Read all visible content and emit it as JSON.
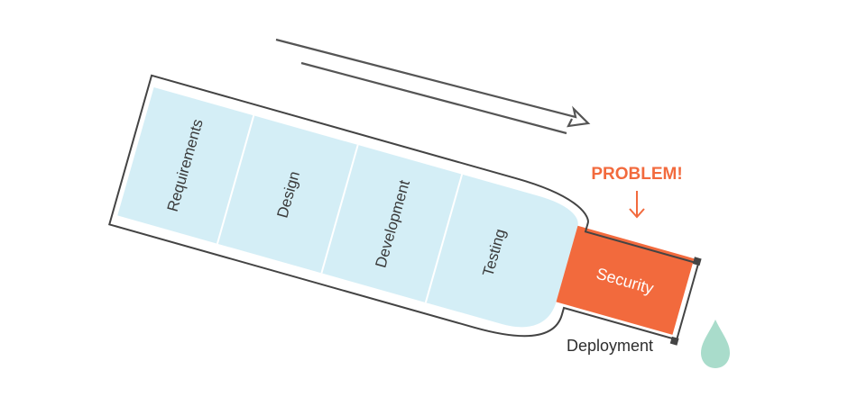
{
  "stages": [
    {
      "label": "Requirements"
    },
    {
      "label": "Design"
    },
    {
      "label": "Development"
    },
    {
      "label": "Testing"
    }
  ],
  "bottleneck_label": "Security",
  "problem_label": "PROBLEM!",
  "deployment_label": "Deployment",
  "colors": {
    "liquid": "#d4eef6",
    "outline": "#444444",
    "security": "#f26a3d",
    "problem": "#f26a3d",
    "drop": "#a9dccb",
    "arrow": "#555555"
  }
}
